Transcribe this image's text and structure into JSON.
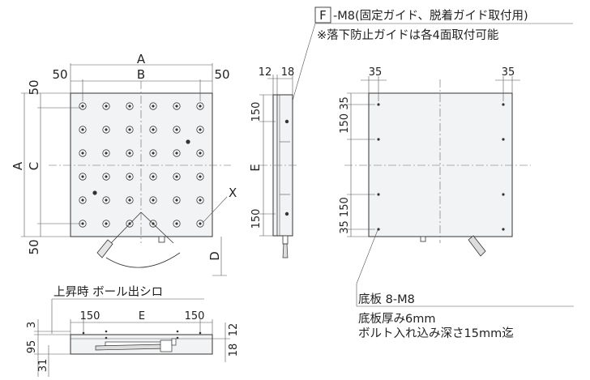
{
  "title": {
    "f_box": "F",
    "line1": "-M8(固定ガイド、脱着ガイド取付用)",
    "line2": "※落下防止ガイドは各4面取付可能"
  },
  "front": {
    "dim_A": "A",
    "dim_B": "B",
    "dim_50_left": "50",
    "dim_50_right": "50",
    "dim_50_top": "50",
    "dim_50_bottom": "50",
    "dim_A_side": "A",
    "dim_C": "C",
    "dim_X": "X",
    "dim_D": "D"
  },
  "side": {
    "dim_12": "12",
    "dim_18": "18",
    "dim_150_top": "150",
    "dim_E": "E",
    "dim_150_bottom": "150"
  },
  "bottom_view": {
    "dim_35_left": "35",
    "dim_35_right": "35",
    "dim_35_150_top": "150 35",
    "dim_35_150_bottom": "35 150",
    "label_base": "底板 8-M8",
    "note1": "底板厚み6mm",
    "note2": "ボルト入れ込み深さ15mm迄"
  },
  "raised": {
    "title": "上昇時 ボール出シロ",
    "dim_150_left": "150",
    "dim_E": "E",
    "dim_150_right": "150",
    "dim_3": "3",
    "dim_95": "95",
    "dim_31": "31",
    "dim_12": "12",
    "dim_18": "18"
  }
}
